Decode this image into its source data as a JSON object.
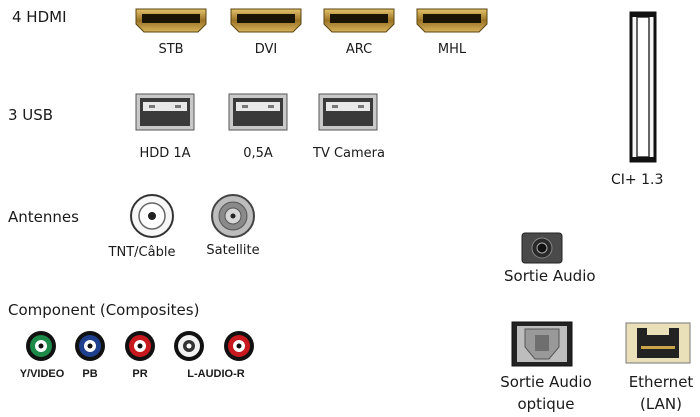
{
  "sections": {
    "hdmi": {
      "title": "4 HDMI",
      "ports": [
        "STB",
        "DVI",
        "ARC",
        "MHL"
      ]
    },
    "usb": {
      "title": "3 USB",
      "ports": [
        "HDD 1A",
        "0,5A",
        "TV Camera"
      ]
    },
    "antennas": {
      "title": "Antennes",
      "ports": [
        "TNT/Câble",
        "Satellite"
      ]
    },
    "component": {
      "title": "Component (Composites)",
      "ports": [
        "Y/VIDEO",
        "PB",
        "PR",
        "L-AUDIO-R"
      ]
    }
  },
  "right_side": {
    "ci_slot": "CI+ 1.3",
    "audio_out": "Sortie Audio",
    "optical_out_line1": "Sortie Audio",
    "optical_out_line2": "optique",
    "ethernet_line1": "Ethernet",
    "ethernet_line2": "(LAN)"
  },
  "colors": {
    "hdmi_gold": "#b08a3a",
    "component_green": "#1d8a4a",
    "component_blue": "#1f3f8f",
    "component_red": "#c8191e",
    "component_white": "#f2f2f2"
  }
}
